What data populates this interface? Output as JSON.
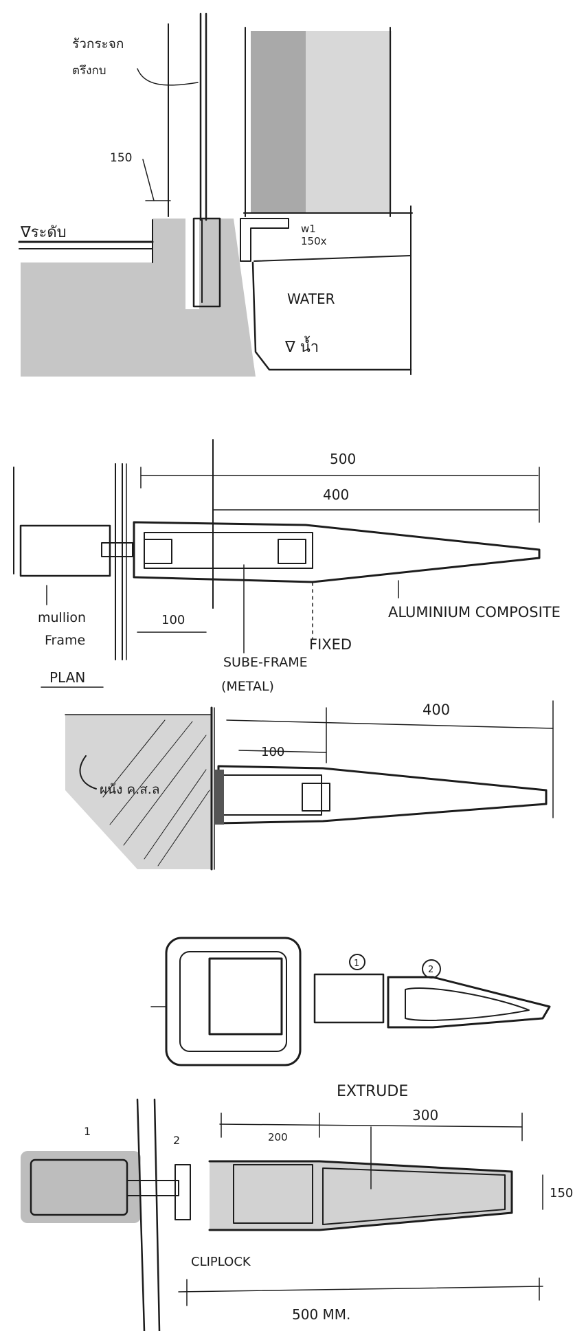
{
  "sketch1": {
    "label_thai_top1": "รัวกระจก",
    "label_thai_top2": "ตรึงกบ",
    "dim_150": "150",
    "level_left": "∇ระดับ",
    "note_right1": "w1",
    "note_right2": "150x",
    "water": "WATER",
    "level_water": "∇ น้ำ"
  },
  "sketch2": {
    "dim_500": "500",
    "dim_400": "400",
    "dim_100": "100",
    "aluminium": "ALUMINIUM COMPOSITE",
    "mullion1": "mullion",
    "mullion2": "Frame",
    "plan": "PLAN",
    "fixed": "FIXED",
    "subframe1": "SUBE-FRAME",
    "subframe2": "(METAL)"
  },
  "sketch3": {
    "dim_400": "400",
    "dim_100": "100",
    "wall_note": "ผนัง ค.ส.ล"
  },
  "sketch4": {
    "bubble1": "1",
    "bubble2": "2"
  },
  "sketch5": {
    "extrude": "EXTRUDE",
    "dim_300": "300",
    "dim_200": "200",
    "dim_150": "150",
    "label_1": "1",
    "label_2": "2",
    "clip": "CLIPLOCK",
    "dim_500": "500 MM."
  },
  "colors": {
    "ink": "#1c1c1c",
    "shade": "#c6c6c6",
    "dark_shade": "#8e8e8e"
  }
}
